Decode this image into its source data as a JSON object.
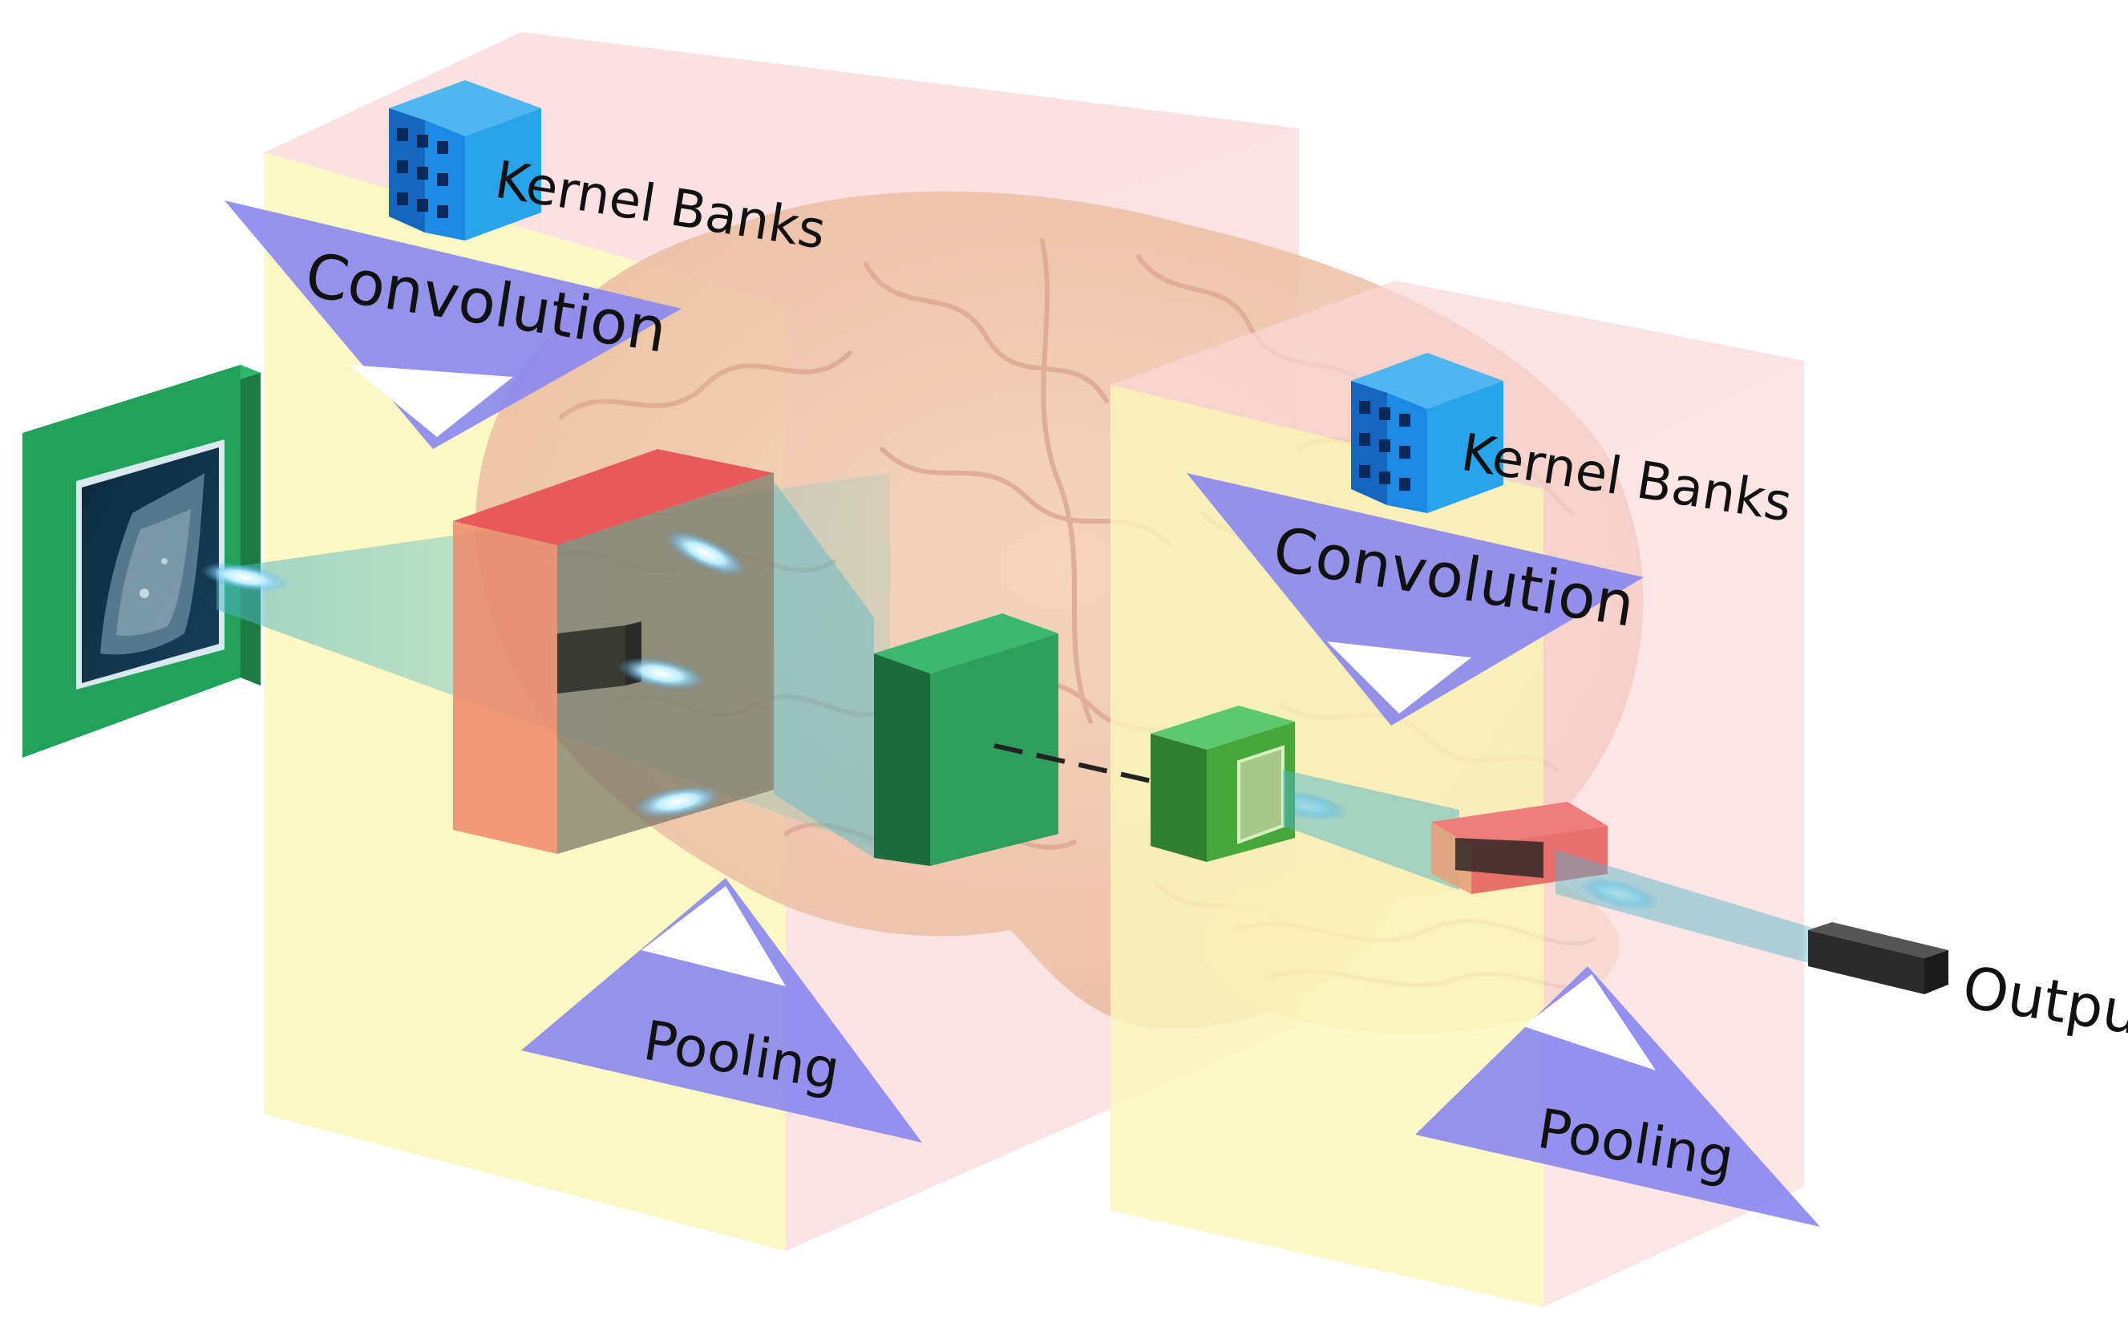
{
  "labels": {
    "kernel_banks_1": "Kernel Banks",
    "convolution_1": "Convolution",
    "pooling_1": "Pooling",
    "kernel_banks_2": "Kernel Banks",
    "convolution_2": "Convolution",
    "pooling_2": "Pooling",
    "output": "Output"
  },
  "colors": {
    "stage_yellow": "#fbf7b9",
    "stage_pink": "#f9d7d7",
    "triangle": "#8a86f0",
    "kernel_cube": "#1e88e5",
    "feature_green": "#2e9e5e",
    "feature_red": "#e85a5a",
    "beam": "#4fb3c8",
    "output_bar": "#2b2b2b"
  },
  "icons": {
    "brain": "brain-illustration-icon",
    "input_image": "ultrasound-scan-icon",
    "kernel": "kernel-cube-icon"
  }
}
